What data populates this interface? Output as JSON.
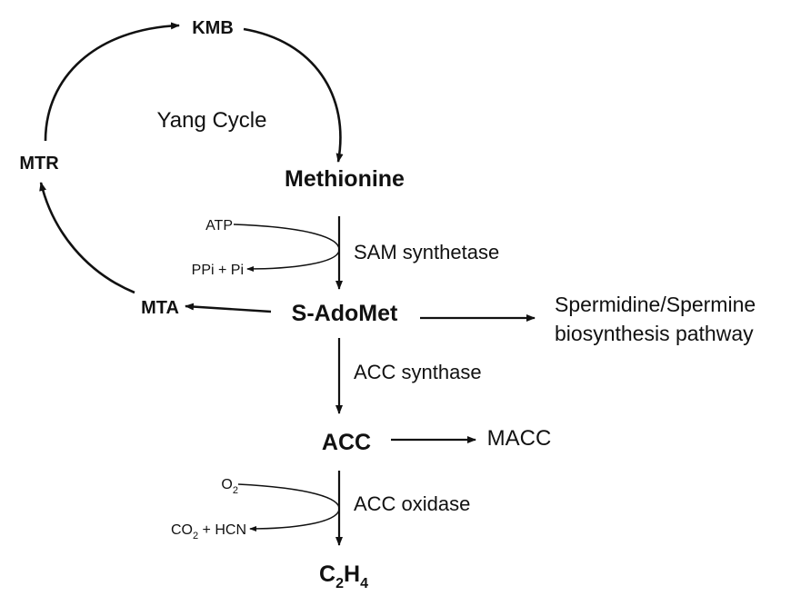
{
  "nodes": {
    "kmb": "KMB",
    "mtr": "MTR",
    "mta": "MTA",
    "methionine": "Methionine",
    "sadomet": "S-AdoMet",
    "acc": "ACC",
    "macc": "MACC",
    "ethylene": {
      "c": "C",
      "sub1": "2",
      "h": "H",
      "sub2": "4"
    }
  },
  "labels": {
    "yang_cycle": "Yang Cycle",
    "sam_synthetase": "SAM synthetase",
    "acc_synthase": "ACC synthase",
    "acc_oxidase": "ACC oxidase",
    "spermidine_line1": "Spermidine/Spermine",
    "spermidine_line2": "biosynthesis pathway"
  },
  "cofactors": {
    "atp": "ATP",
    "ppi_pi": "PPi + Pi",
    "o2": {
      "o": "O",
      "sub": "2"
    },
    "co2_hcn": {
      "co": "CO",
      "sub": "2",
      "rest": " + HCN"
    }
  }
}
